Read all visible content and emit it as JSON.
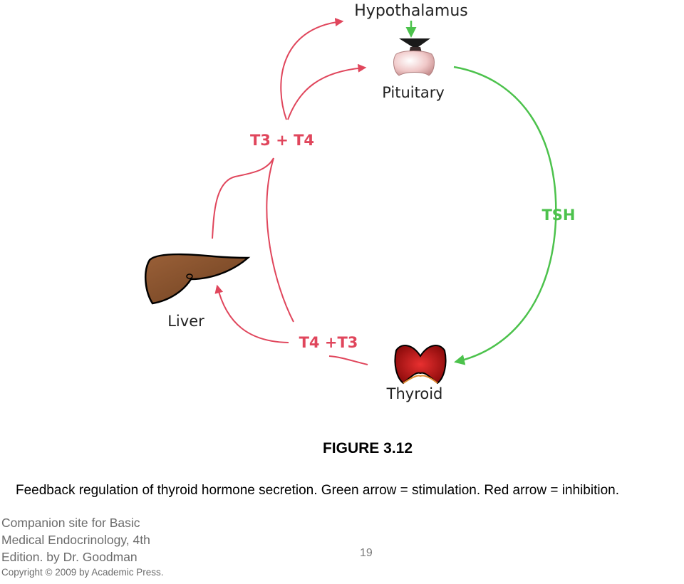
{
  "diagram": {
    "labels": {
      "hypothalamus": "Hypothalamus",
      "pituitary": "Pituitary",
      "tsh": "TSH",
      "t3_t4": "T3 + T4",
      "t4_t3": "T4 +T3",
      "liver": "Liver",
      "thyroid": "Thyroid"
    },
    "colors": {
      "stimulation": "#4cc24c",
      "inhibition": "#e0465c",
      "liver": "#8a5530",
      "thyroid": "#b01818",
      "pituitary": "#e8bcbc"
    }
  },
  "figure": {
    "number": "FIGURE 3.12",
    "caption": "Feedback regulation of thyroid hormone secretion. Green arrow = stimulation. Red arrow = inhibition."
  },
  "footer": {
    "lines": [
      "Companion site for Basic",
      "Medical Endocrinology, 4th",
      "Edition. by Dr. Goodman"
    ],
    "copyright": "Copyright © 2009 by Academic Press.",
    "page_number": "19"
  }
}
